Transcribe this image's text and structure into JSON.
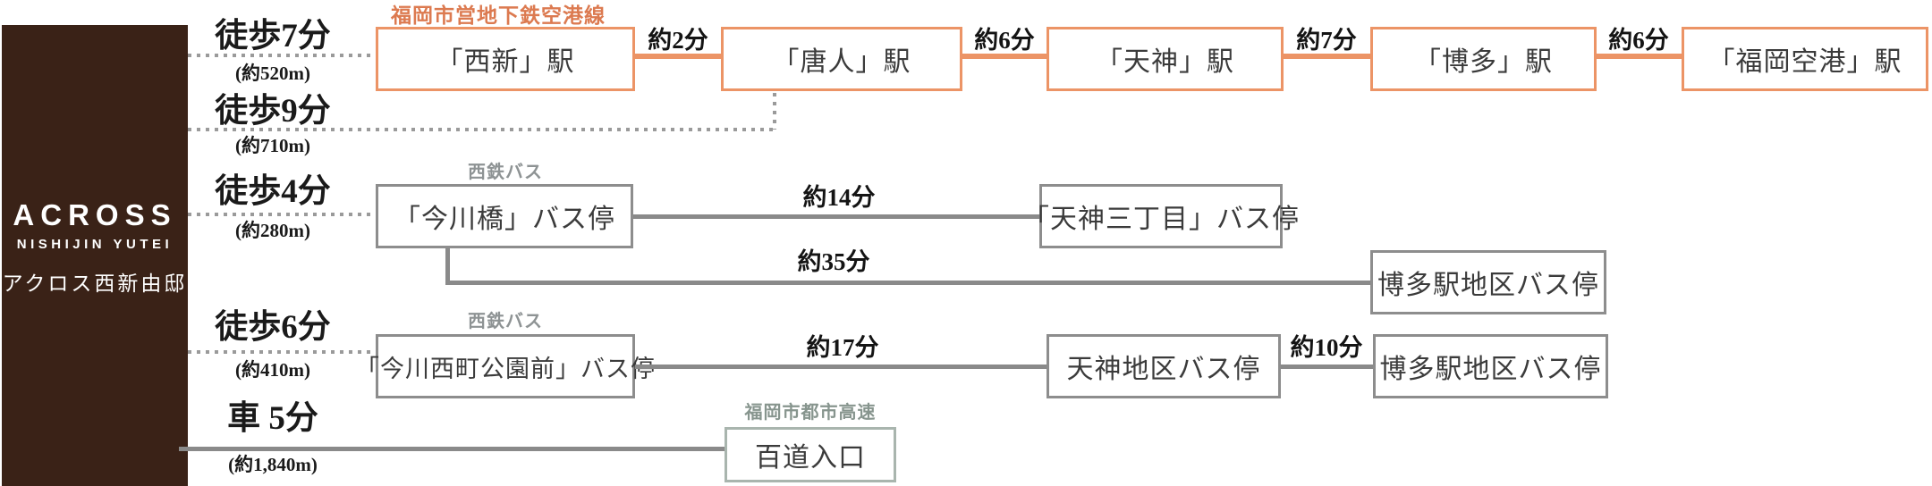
{
  "brand": {
    "name": "ACROSS",
    "subname": "NISHIJIN YUTEI",
    "jp_name": "アクロス西新由邸"
  },
  "colors": {
    "brand_brown": "#3a2217",
    "subway_orange": "#ec9466",
    "subway_label_orange": "#dc7a50",
    "bus_gray": "#8d8d8d",
    "highway_teal": "#a9b5ae",
    "operator_gray": "#8e9394",
    "highway_label_green": "#87958e"
  },
  "subway_route": {
    "line_label": "福岡市営地下鉄空港線",
    "walk": {
      "label": "徒歩7分",
      "distance": "(約520m)"
    },
    "walk_alt": {
      "label": "徒歩9分",
      "distance": "(約710m)"
    },
    "stations": [
      "「西新」駅",
      "「唐人」駅",
      "「天神」駅",
      "「博多」駅",
      "「福岡空港」駅"
    ],
    "times": [
      "約2分",
      "約6分",
      "約7分",
      "約6分"
    ]
  },
  "bus_route_1": {
    "operator": "西鉄バス",
    "walk": {
      "label": "徒歩4分",
      "distance": "(約280m)"
    },
    "origin": "「今川橋」バス停",
    "branch_a": {
      "time": "約14分",
      "destination": "「天神三丁目」バス停"
    },
    "branch_b": {
      "time": "約35分",
      "destination": "博多駅地区バス停"
    }
  },
  "bus_route_2": {
    "operator": "西鉄バス",
    "walk": {
      "label": "徒歩6分",
      "distance": "(約410m)"
    },
    "origin": "「今川西町公園前」バス停",
    "leg_1": {
      "time": "約17分",
      "destination": "天神地区バス停"
    },
    "leg_2": {
      "time": "約10分",
      "destination": "博多駅地区バス停"
    }
  },
  "car_route": {
    "label": "車 5分",
    "distance": "(約1,840m)",
    "road_label": "福岡市都市高速",
    "destination": "百道入口"
  }
}
